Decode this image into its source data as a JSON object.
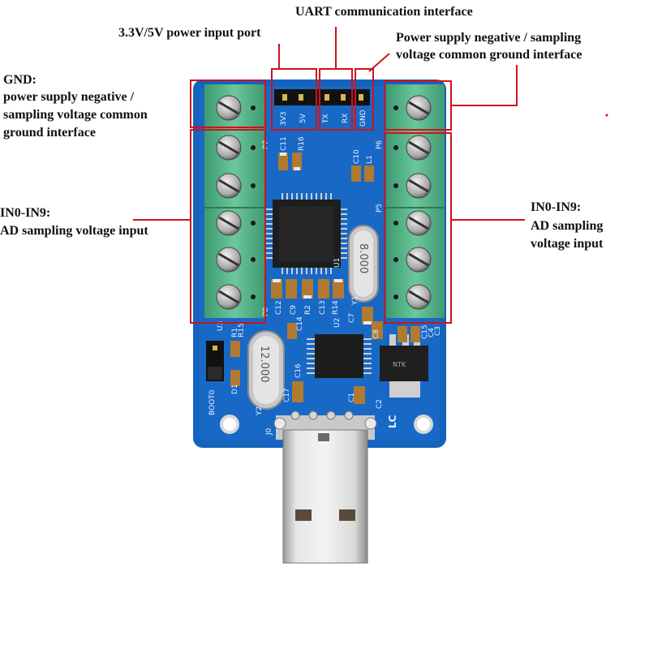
{
  "labels": {
    "uart": "UART communication interface",
    "power_port": "3.3V/5V power input port",
    "gnd_right_1": "Power supply negative / sampling",
    "gnd_right_2": "voltage common ground interface",
    "gnd_left_title": "GND:",
    "gnd_left_1": "power supply negative /",
    "gnd_left_2": "sampling voltage common",
    "gnd_left_3": "ground interface",
    "in_left_1": "IN0-IN9:",
    "in_left_2": "AD sampling voltage input",
    "in_right_1": "IN0-IN9:",
    "in_right_2": "AD sampling",
    "in_right_3": "voltage input"
  },
  "silkscreen": {
    "pin_3v3": "3V3",
    "pin_5v": "5V",
    "pin_tx": "TX",
    "pin_rx": "RX",
    "pin_gnd": "GND",
    "u1": "U1",
    "u2": "U2",
    "crystal_1": "8.000",
    "crystal_2": "12.000",
    "c11": "C11",
    "r16": "R16",
    "c10": "C10",
    "l1": "L1",
    "p7": "P7",
    "p6": "P6",
    "p5": "P5",
    "p8": "P8",
    "c12": "C12",
    "c9": "C9",
    "r2": "R2",
    "c13": "C13",
    "r14": "R14",
    "c7": "C7",
    "y1": "Y1",
    "y2": "Y2",
    "c8": "C8",
    "c14": "C14",
    "c15": "C15",
    "c3": "C3",
    "c4": "C4",
    "c1": "C1",
    "c2": "C2",
    "c17": "C17",
    "c16": "C16",
    "boot": "BOOT0",
    "j0": "J0",
    "lc": "LC",
    "r1": "R1",
    "r15": "R15",
    "d1": "D1",
    "u3": "U3",
    "ntk": "NTK"
  },
  "colors": {
    "pcb": "#1565c0",
    "terminal": "#55b58a",
    "highlight": "#d0121b"
  }
}
